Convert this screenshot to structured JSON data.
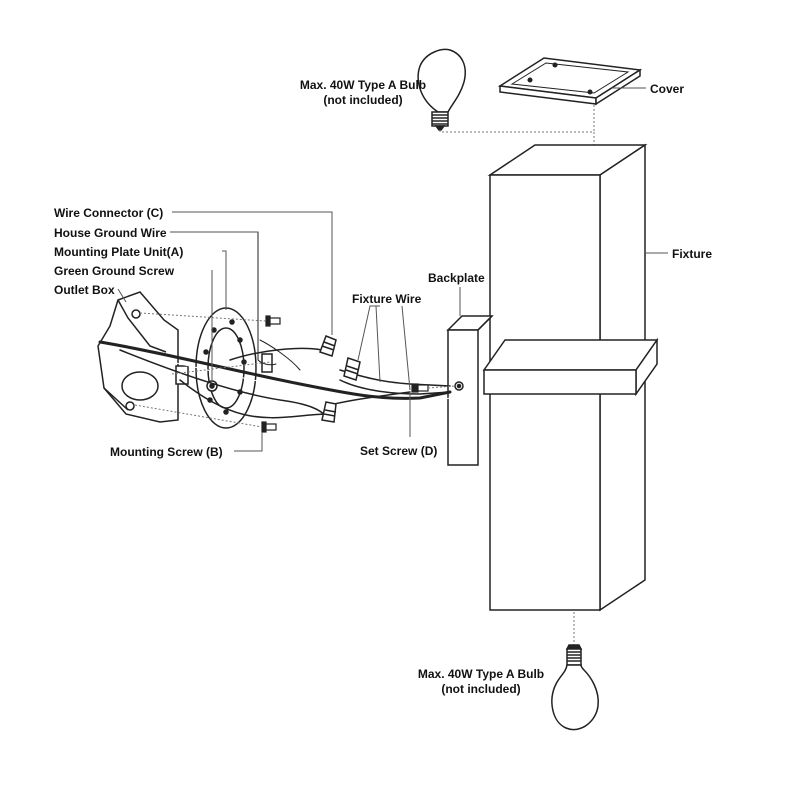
{
  "labels": {
    "bulb_top_line1": "Max. 40W Type A Bulb",
    "bulb_top_line2": "(not included)",
    "cover": "Cover",
    "fixture": "Fixture",
    "backplate": "Backplate",
    "fixture_wire": "Fixture Wire",
    "wire_connector": "Wire Connector (C)",
    "house_ground_wire": "House Ground Wire",
    "mounting_plate_unit": "Mounting Plate Unit(A)",
    "green_ground_screw": "Green Ground Screw",
    "outlet_box": "Outlet Box",
    "mounting_screw": "Mounting Screw (B)",
    "set_screw": "Set Screw (D)",
    "bulb_bottom_line1": "Max. 40W Type A Bulb",
    "bulb_bottom_line2": "(not included)"
  },
  "colors": {
    "line": "#222222",
    "leader": "#555555",
    "dotted": "#777777"
  }
}
